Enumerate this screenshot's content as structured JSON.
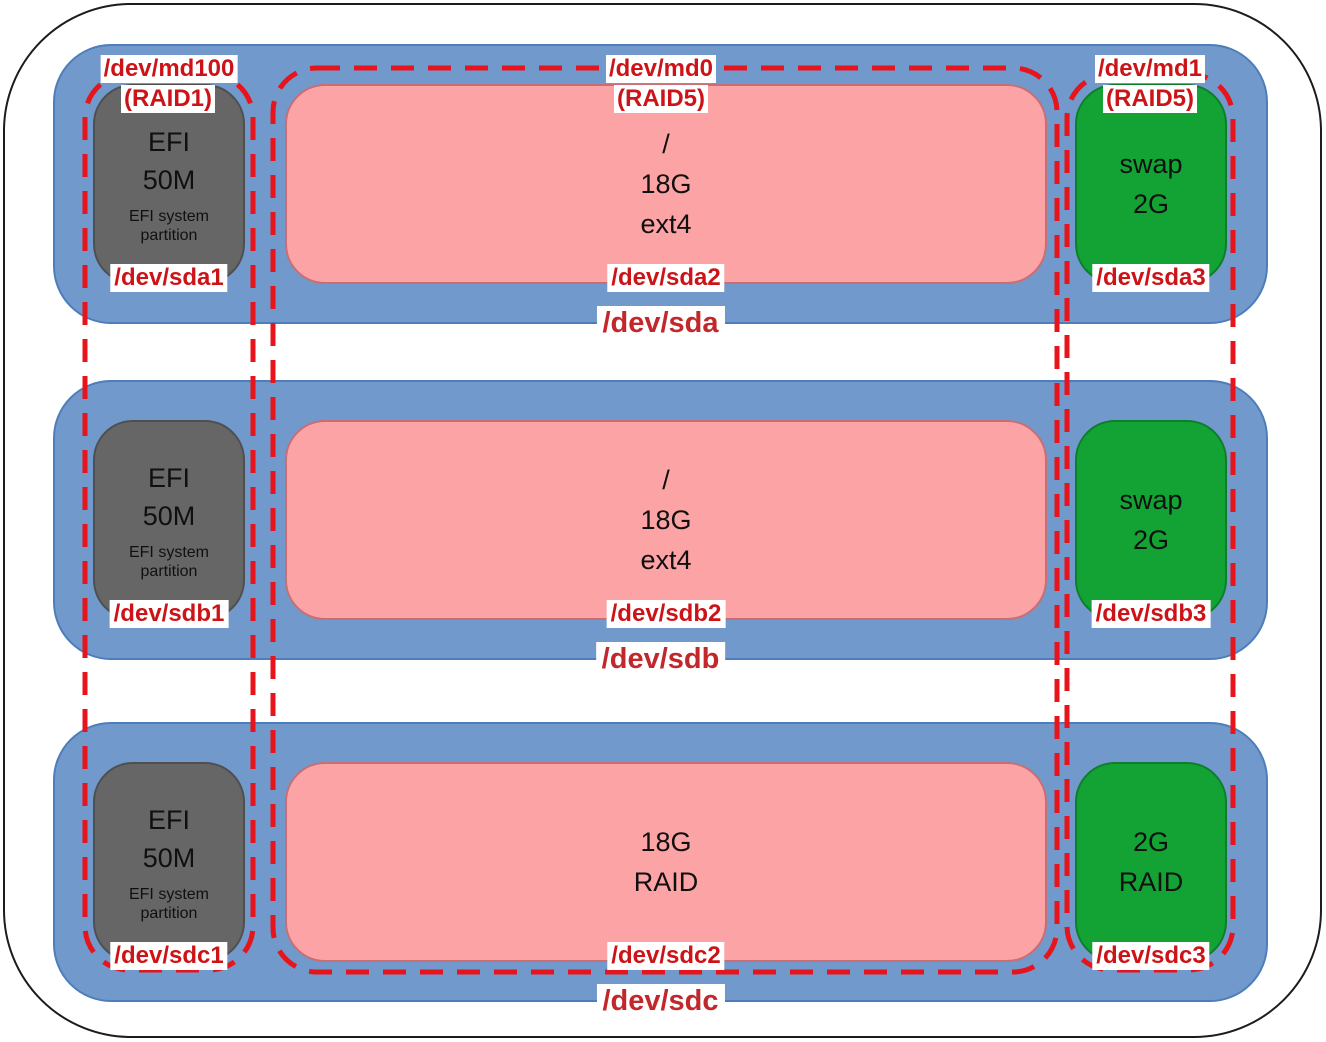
{
  "colors": {
    "disk_fill": "#7199CB",
    "disk_border": "#4D7EBB",
    "efi_fill": "#666666",
    "root_fill": "#FBA3A5",
    "swap_fill": "#12A334",
    "raid_dash_red": "#E8141C",
    "label_red": "#CC1418",
    "disk_label_red": "#C2272B"
  },
  "raid_groups": [
    {
      "name": "/dev/md100",
      "level": "(RAID1)"
    },
    {
      "name": "/dev/md0",
      "level": "(RAID5)"
    },
    {
      "name": "/dev/md1",
      "level": "(RAID5)"
    }
  ],
  "disks": [
    {
      "name": "/dev/sda",
      "partitions": [
        {
          "device": "/dev/sda1",
          "line1": "EFI",
          "line2": "50M",
          "note": "EFI system partition"
        },
        {
          "device": "/dev/sda2",
          "line1": "/",
          "line2": "18G",
          "line3": "ext4"
        },
        {
          "device": "/dev/sda3",
          "line1": "swap",
          "line2": "2G"
        }
      ]
    },
    {
      "name": "/dev/sdb",
      "partitions": [
        {
          "device": "/dev/sdb1",
          "line1": "EFI",
          "line2": "50M",
          "note": "EFI system partition"
        },
        {
          "device": "/dev/sdb2",
          "line1": "/",
          "line2": "18G",
          "line3": "ext4"
        },
        {
          "device": "/dev/sdb3",
          "line1": "swap",
          "line2": "2G"
        }
      ]
    },
    {
      "name": "/dev/sdc",
      "partitions": [
        {
          "device": "/dev/sdc1",
          "line1": "EFI",
          "line2": "50M",
          "note": "EFI system partition"
        },
        {
          "device": "/dev/sdc2",
          "line1": "18G",
          "line2": "RAID"
        },
        {
          "device": "/dev/sdc3",
          "line1": "2G",
          "line2": "RAID"
        }
      ]
    }
  ]
}
